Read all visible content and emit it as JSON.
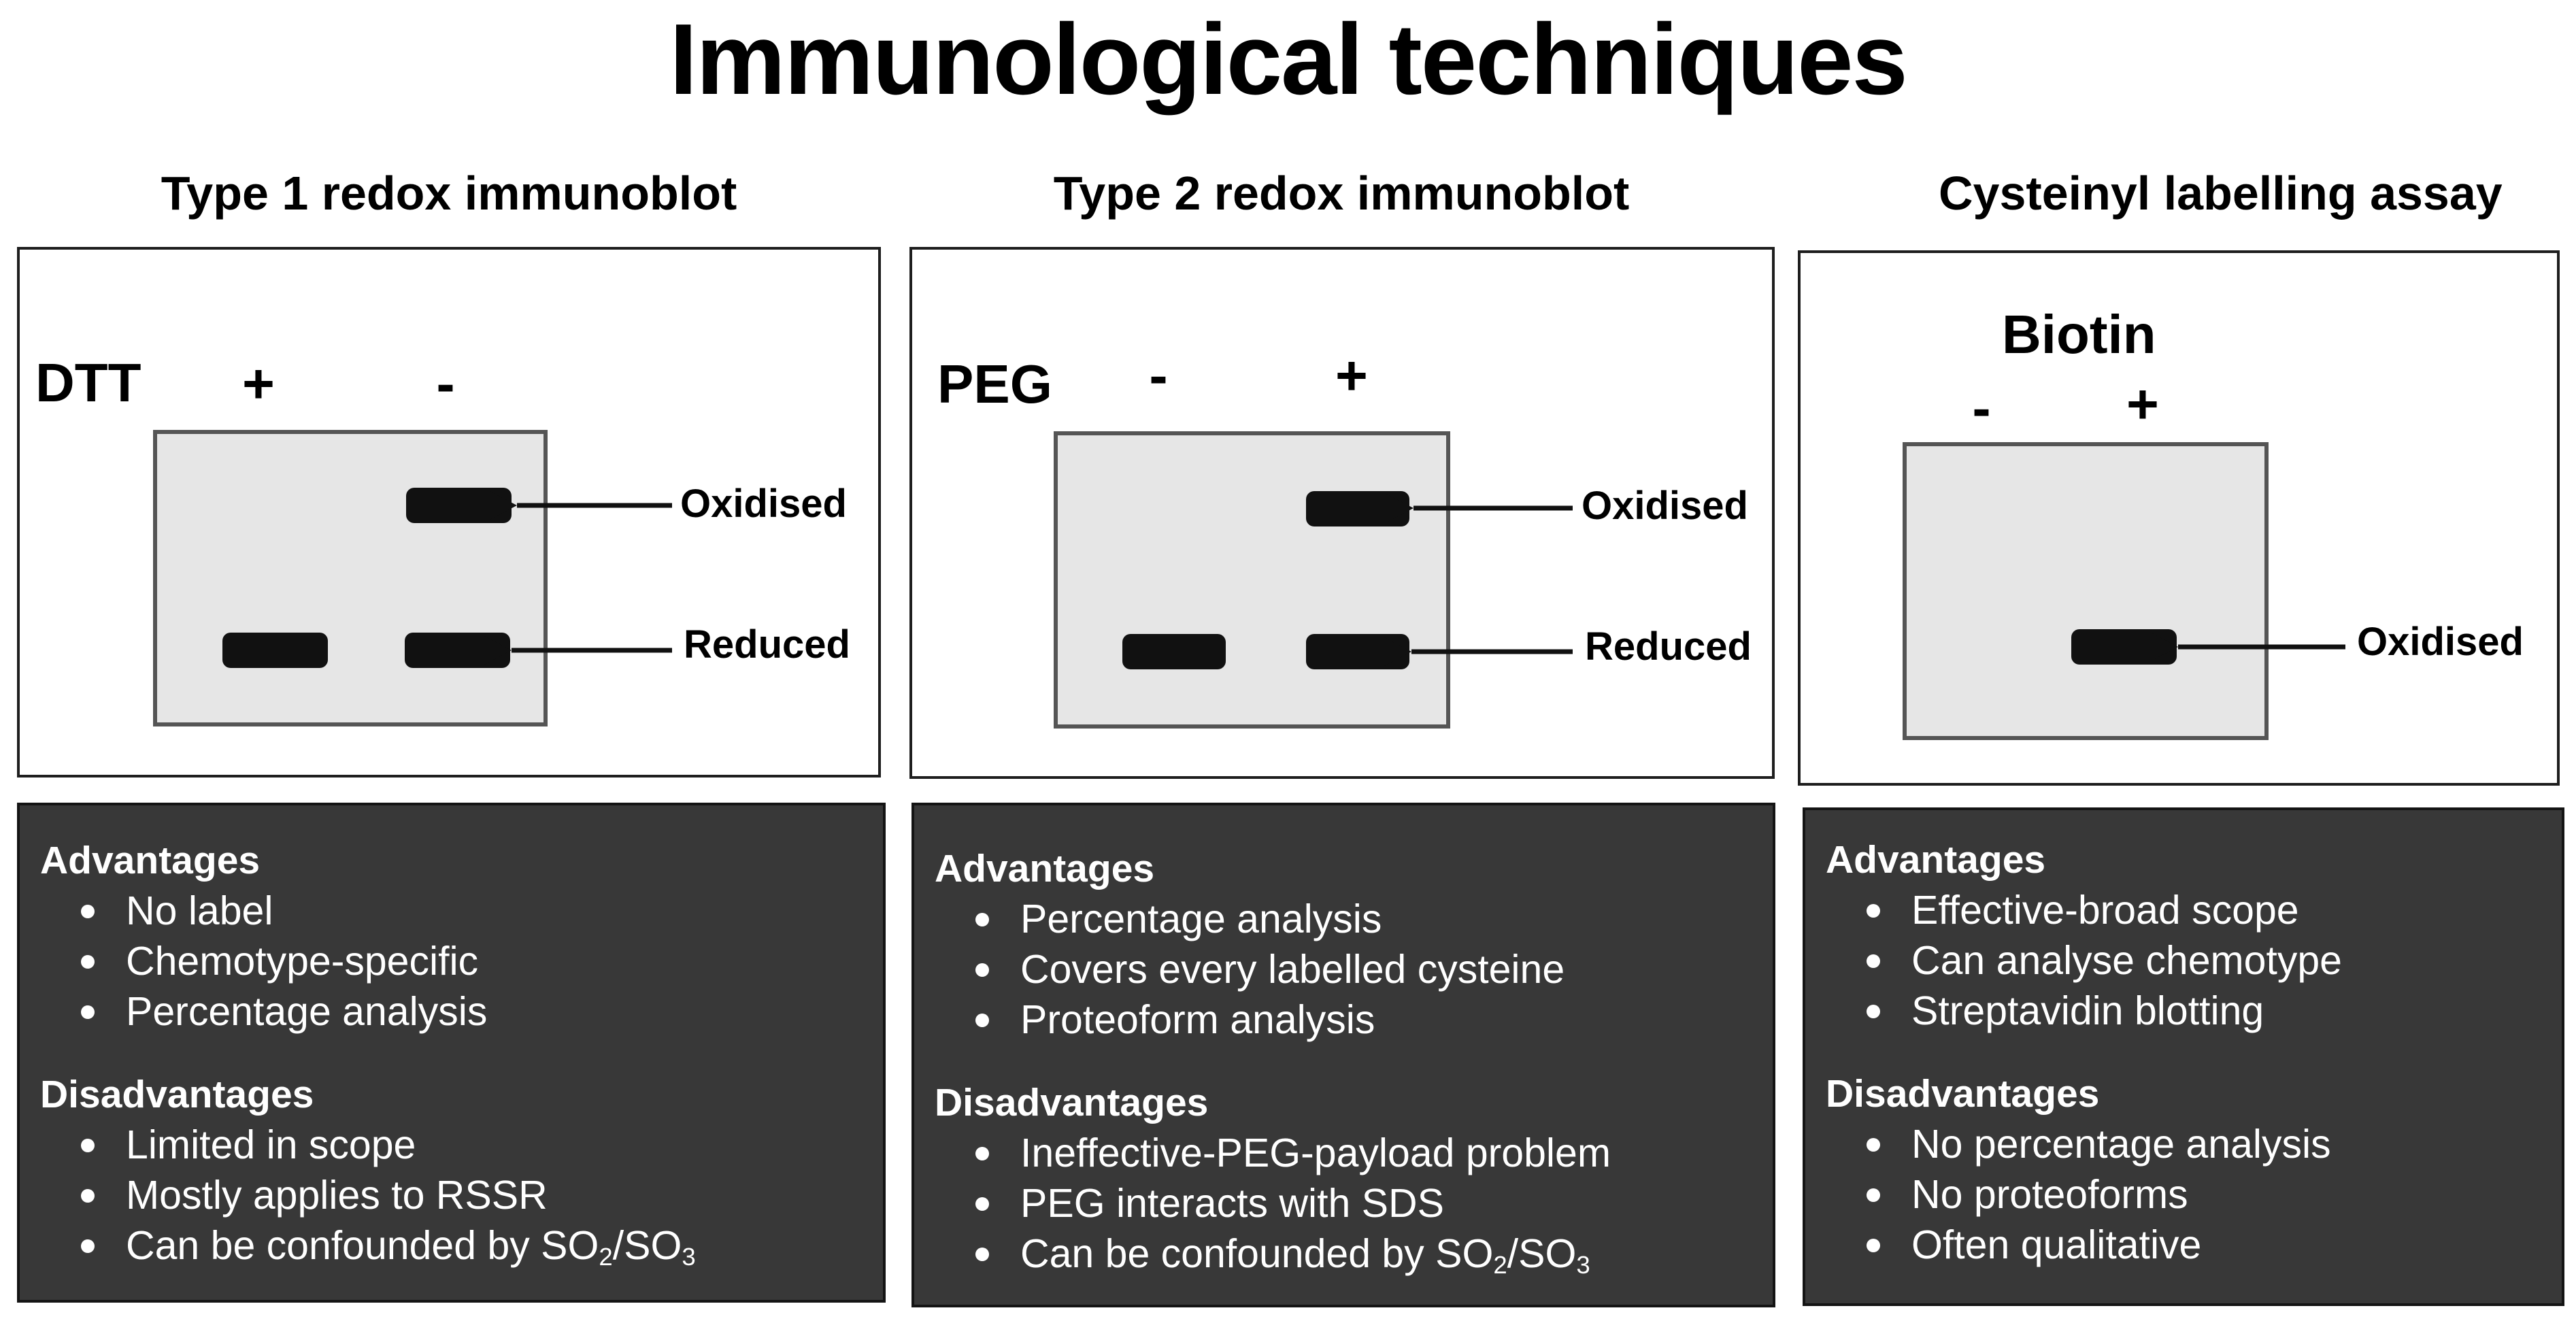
{
  "title": "Immunological techniques",
  "columns": [
    {
      "title": "Type 1 redox immunoblot",
      "reagent": "DTT",
      "lanes": [
        "+",
        "-"
      ],
      "band_labels": [
        "Oxidised",
        "Reduced"
      ],
      "advantages_heading": "Advantages",
      "advantages": [
        "No label",
        "Chemotype-specific",
        "Percentage analysis"
      ],
      "disadvantages_heading": "Disadvantages",
      "disadvantages": [
        "Limited in scope",
        "Mostly applies to RSSR"
      ],
      "confound_prefix": "Can be confounded by SO",
      "confound_sub1": "2",
      "confound_mid": "/SO",
      "confound_sub2": "3"
    },
    {
      "title": "Type 2 redox immunoblot",
      "reagent": "PEG",
      "lanes": [
        "-",
        "+"
      ],
      "band_labels": [
        "Oxidised",
        "Reduced"
      ],
      "advantages_heading": "Advantages",
      "advantages": [
        "Percentage analysis",
        "Covers every labelled cysteine",
        "Proteoform analysis"
      ],
      "disadvantages_heading": "Disadvantages",
      "disadvantages": [
        "Ineffective-PEG-payload problem",
        "PEG interacts with SDS"
      ],
      "confound_prefix": "Can be confounded by SO",
      "confound_sub1": "2",
      "confound_mid": "/SO",
      "confound_sub2": "3"
    },
    {
      "title": "Cysteinyl labelling assay",
      "reagent": "Biotin",
      "lanes": [
        "-",
        "+"
      ],
      "band_labels": [
        "Oxidised"
      ],
      "advantages_heading": "Advantages",
      "advantages": [
        "Effective-broad scope",
        "Can analyse chemotype",
        "Streptavidin blotting"
      ],
      "disadvantages_heading": "Disadvantages",
      "disadvantages": [
        "No percentage analysis",
        "No proteoforms",
        "Often qualitative"
      ]
    }
  ]
}
